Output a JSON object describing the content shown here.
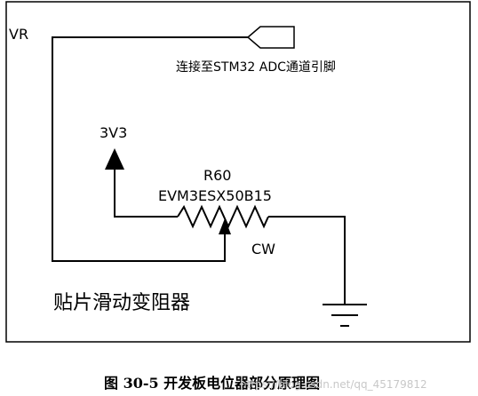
{
  "net_label": "VR",
  "connector_label": "连接至STM32 ADC通道引脚",
  "supply_label": "3V3",
  "resistor": {
    "designator": "R60",
    "part_number": "EVM3ESX50B15",
    "wiper_direction": "CW"
  },
  "component_description": "贴片滑动变阻器",
  "caption": "图 30-5 开发板电位器部分原理图",
  "watermark": "https://blog.csdn.net/qq_45179812"
}
